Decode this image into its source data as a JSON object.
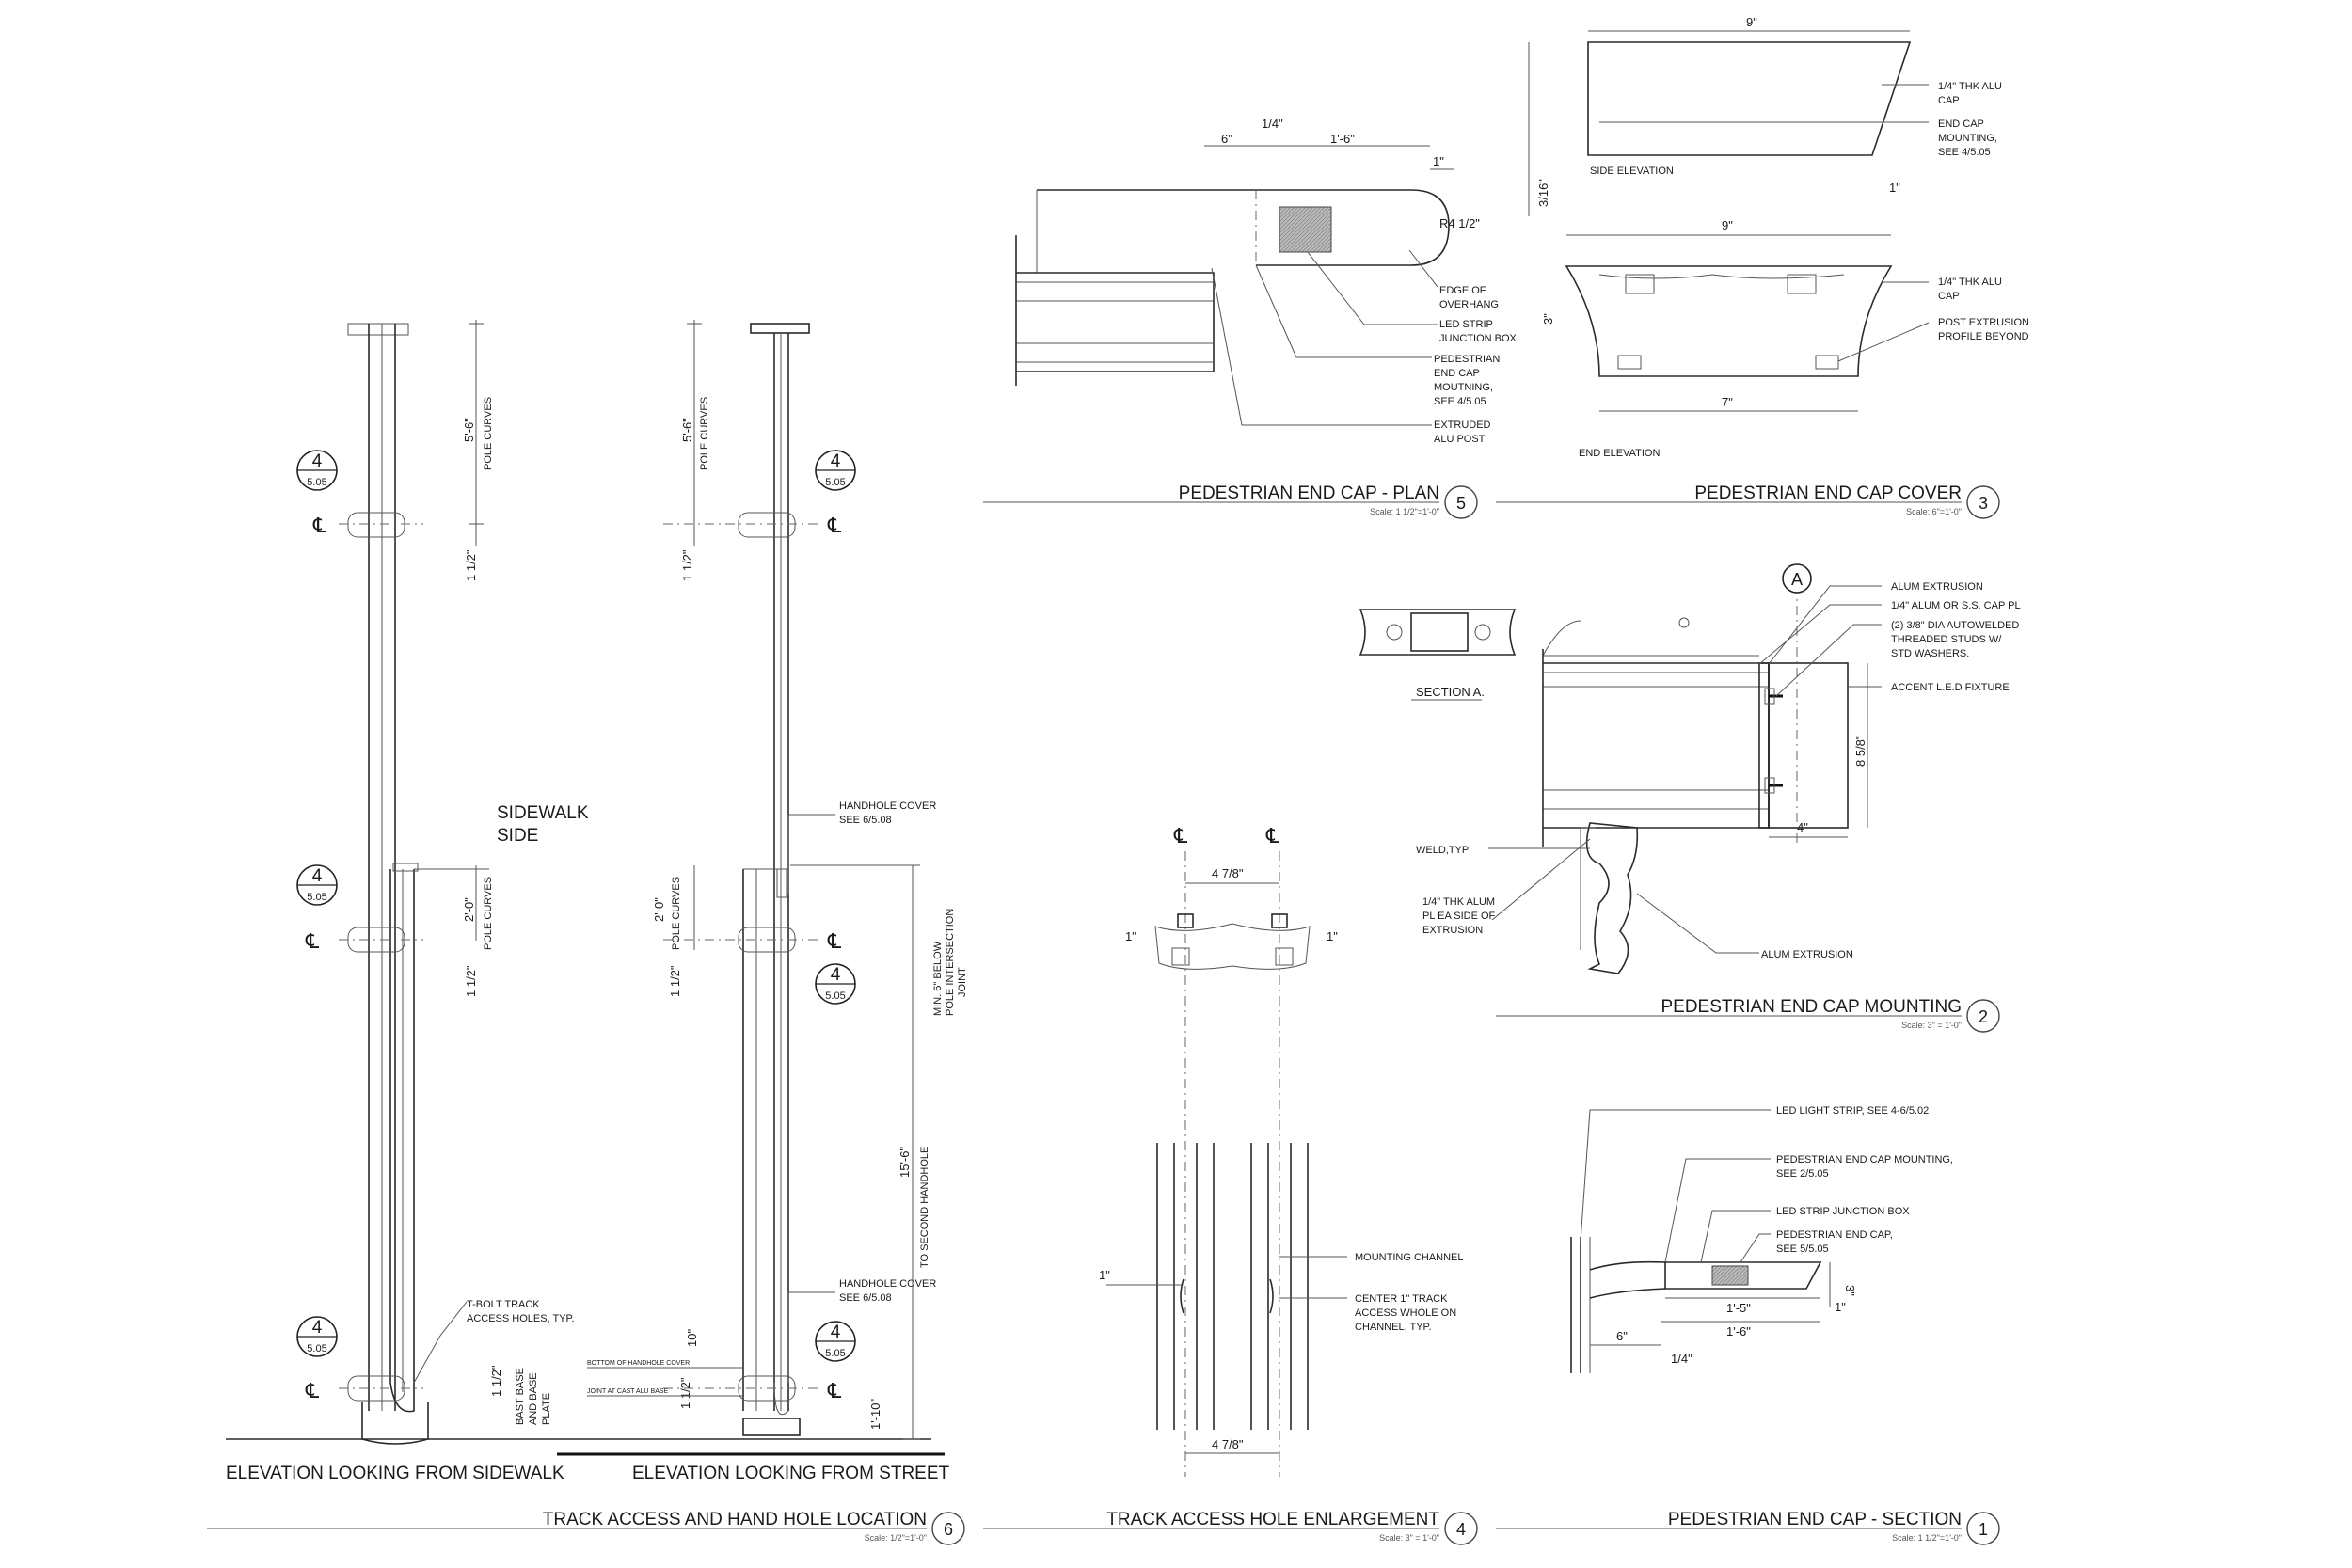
{
  "titles": {
    "t6": {
      "label": "TRACK ACCESS AND HAND HOLE LOCATION",
      "num": "6",
      "scale": "Scale: 1/2\"=1'-0\""
    },
    "t4": {
      "label": "TRACK ACCESS HOLE ENLARGEMENT",
      "num": "4",
      "scale": "Scale: 3\" = 1'-0\""
    },
    "t1": {
      "label": "PEDESTRIAN END CAP - SECTION",
      "num": "1",
      "scale": "Scale: 1 1/2\"=1'-0\""
    },
    "t5": {
      "label": "PEDESTRIAN END CAP - PLAN",
      "num": "5",
      "scale": "Scale: 1 1/2\"=1'-0\""
    },
    "t3": {
      "label": "PEDESTRIAN END CAP COVER",
      "num": "3",
      "scale": "Scale: 6\"=1'-0\""
    },
    "t2": {
      "label": "PEDESTRIAN END CAP MOUNTING",
      "num": "2",
      "scale": "Scale: 3\" = 1'-0\""
    }
  },
  "callout": {
    "top": "4",
    "bottom": "5.05"
  },
  "cl_symbol": "℄",
  "elev_sidewalk": {
    "caption": "ELEVATION LOOKING FROM SIDEWALK",
    "dim_top": "5'-6\"",
    "dim_top_note": "POLE CURVES",
    "dim_mid": "2'-0\"",
    "dim_mid_note": "POLE CURVES",
    "dim_offset": "1 1/2\"",
    "sidewalk_line1": "SIDEWALK",
    "sidewalk_line2": "SIDE",
    "tbolt_line1": "T-BOLT TRACK",
    "tbolt_line2": "ACCESS HOLES, TYP.",
    "base_line1": "BAST BASE",
    "base_line2": "AND BASE",
    "base_line3": "PLATE"
  },
  "elev_street": {
    "caption": "ELEVATION LOOKING FROM STREET",
    "dim_top": "5'-6\"",
    "dim_top_note": "POLE CURVES",
    "dim_mid": "2'-0\"",
    "dim_mid_note": "POLE CURVES",
    "dim_offset": "1 1/2\"",
    "hh_line1": "HANDHOLE COVER",
    "hh_line2": "SEE 6/5.08",
    "min_line1": "MIN. 6\" BELOW",
    "min_line2": "POLE INTERSECTION",
    "min_line3": "JOINT",
    "dim_long": "15'-6\"",
    "dim_long_note": "TO SECOND HANDHOLE",
    "dim_10": "10\"",
    "dim_110": "1'-10\"",
    "tiny1": "BOTTOM OF HANDHOLE COVER",
    "tiny2": "JOINT AT CAST ALU BASE"
  },
  "track": {
    "dim_478": "4 7/8\"",
    "dim_1": "1\"",
    "mc": "MOUNTING CHANNEL",
    "ct_line1": "CENTER 1\" TRACK",
    "ct_line2": "ACCESS WHOLE ON",
    "ct_line3": "CHANNEL, TYP."
  },
  "plan5": {
    "d6": "6\"",
    "d14": "1/4\"",
    "d16": "1'-6\"",
    "d1": "1\"",
    "r": "R4 1/2\"",
    "n1a": "EDGE OF",
    "n1b": "OVERHANG",
    "n2a": "LED STRIP",
    "n2b": "JUNCTION BOX",
    "n3a": "PEDESTRIAN",
    "n3b": "END CAP",
    "n3c": "MOUTNING,",
    "n3d": "SEE 4/5.05",
    "n4a": "EXTRUDED",
    "n4b": "ALU POST"
  },
  "cover3": {
    "d9": "9\"",
    "d7": "7\"",
    "d316": "3/16\"",
    "d3": "3\"",
    "d1": "1\"",
    "side": "SIDE ELEVATION",
    "end": "END ELEVATION",
    "na1": "1/4\" THK ALU",
    "na2": "CAP",
    "nb1": "END CAP",
    "nb2": "MOUNTING,",
    "nb3": "SEE 4/5.05",
    "nc1": "1/4\" THK ALU",
    "nc2": "CAP",
    "nd1": "POST EXTRUSION",
    "nd2": "PROFILE BEYOND"
  },
  "mount2": {
    "section_label": "SECTION A.",
    "a_mark": "A",
    "n1": "ALUM EXTRUSION",
    "n2": "1/4\" ALUM OR S.S. CAP PL",
    "n3a": "(2) 3/8\" DIA AUTOWELDED",
    "n3b": "THREADED STUDS W/",
    "n3c": "STD WASHERS.",
    "n4": "ACCENT L.E.D FIXTURE",
    "d858": "8 5/8\"",
    "d4": "4\"",
    "weld": "WELD,TYP",
    "pl1": "1/4\" THK ALUM",
    "pl2": "PL EA SIDE OF",
    "pl3": "EXTRUSION",
    "ext": "ALUM EXTRUSION"
  },
  "section1": {
    "n1": "LED LIGHT STRIP, SEE 4-6/5.02",
    "n2a": "PEDESTRIAN END CAP MOUNTING,",
    "n2b": "SEE 2/5.05",
    "n3": "LED STRIP JUNCTION BOX",
    "n4a": "PEDESTRIAN END CAP,",
    "n4b": "SEE 5/5.05",
    "d15": "1'-5\"",
    "d16": "1'-6\"",
    "d6": "6\"",
    "d14": "1/4\"",
    "d3": "3\"",
    "d1": "1\""
  }
}
